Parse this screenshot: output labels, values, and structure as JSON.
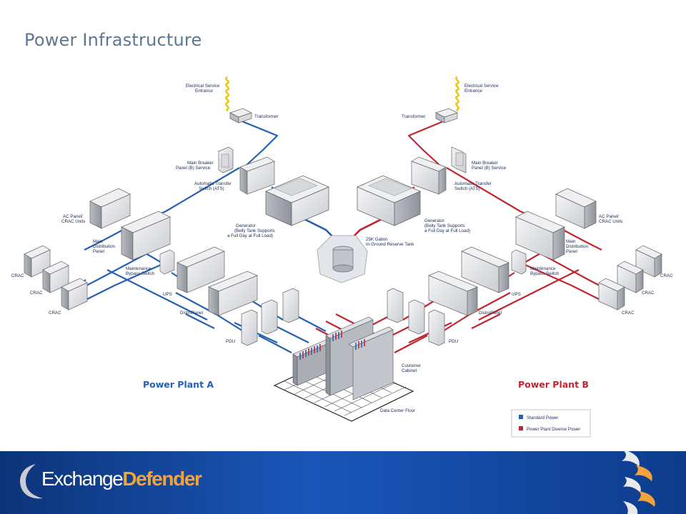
{
  "page": {
    "title": "Power Infrastructure"
  },
  "colors": {
    "standard": "#2461b4",
    "diverse": "#c2252f",
    "title": "#5e7790",
    "footer": "#0f3e8f",
    "logo_accent": "#f3a33a"
  },
  "labels": {
    "electrical_left": [
      "Electrical Service",
      "Entrance"
    ],
    "electrical_right": [
      "Electrical Service",
      "Entrance"
    ],
    "transformer_left": "Transformer",
    "transformer_right": "Transformer",
    "breaker_left": [
      "Main Breaker",
      "Panel (B) Service"
    ],
    "breaker_right": [
      "Main Breaker",
      "Panel (B) Service"
    ],
    "ats_left": [
      "Automatic Transfer",
      "Switch (ATS)"
    ],
    "ats_right": [
      "Automatic Transfer",
      "Switch (ATS)"
    ],
    "generator_left": [
      "Generator",
      "(Belly Tank Supports",
      "a Full Day at Full Load)"
    ],
    "generator_right": [
      "Generator",
      "(Belly Tank Supports",
      "a Full Day at Full Load)"
    ],
    "tank": [
      "25K Gallon",
      "In-Ground Reserve Tank"
    ],
    "ac_panel_left": [
      "AC Panel/",
      "CRAC Units"
    ],
    "ac_panel_right": [
      "AC Panel/",
      "CRAC Units"
    ],
    "main_dist_left": [
      "Main",
      "Distribution",
      "Panel"
    ],
    "main_dist_right": [
      "Main",
      "Distribution",
      "Panel"
    ],
    "bypass_left": [
      "Maintenance",
      "Bypass Switch"
    ],
    "bypass_right": [
      "Maintenance",
      "Bypass Switch"
    ],
    "ups_left": "UPS",
    "ups_right": "UPS",
    "distro_left": "DistroPanel",
    "distro_right": "DistroPanel",
    "pdu_left": "PDU",
    "pdu_right": "PDU",
    "crac": "CRAC",
    "customer_cabinet": [
      "Customer",
      "Cabinet"
    ],
    "floor": "Data Center Floor"
  },
  "plant_a": "Power Plant A",
  "plant_b": "Power Plant B",
  "legend": {
    "standard": "Standard Power",
    "diverse": "Power Plant Diverse Power"
  },
  "logo": {
    "part1": "Exchange",
    "part2": "Defender"
  }
}
